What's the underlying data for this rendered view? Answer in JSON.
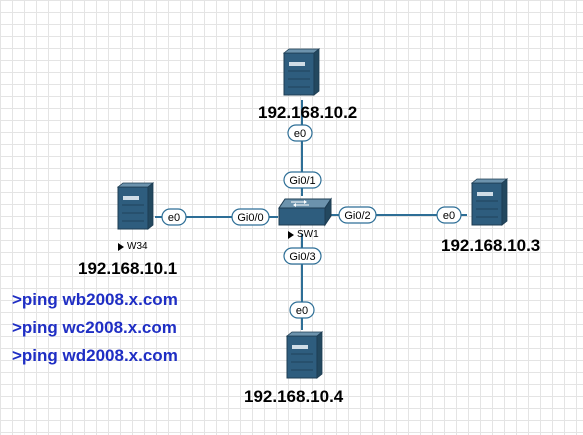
{
  "nodes": {
    "server_top": {
      "ip": "192.168.10.2",
      "interface": "e0"
    },
    "server_left": {
      "name": "W34",
      "ip": "192.168.10.1",
      "interface": "e0"
    },
    "server_right": {
      "ip": "192.168.10.3",
      "interface": "e0"
    },
    "server_bottom": {
      "ip": "192.168.10.4",
      "interface": "e0"
    },
    "switch": {
      "name": "SW1",
      "ports": {
        "top": "Gi0/1",
        "left": "Gi0/0",
        "right": "Gi0/2",
        "bottom": "Gi0/3"
      }
    }
  },
  "commands": [
    ">ping wb2008.x.com",
    ">ping wc2008.x.com",
    ">ping wd2008.x.com"
  ],
  "colors": {
    "device": "#2e5d7e",
    "device_dark": "#23485f",
    "link": "#2d6e96",
    "command_text": "#1f2ec4"
  }
}
